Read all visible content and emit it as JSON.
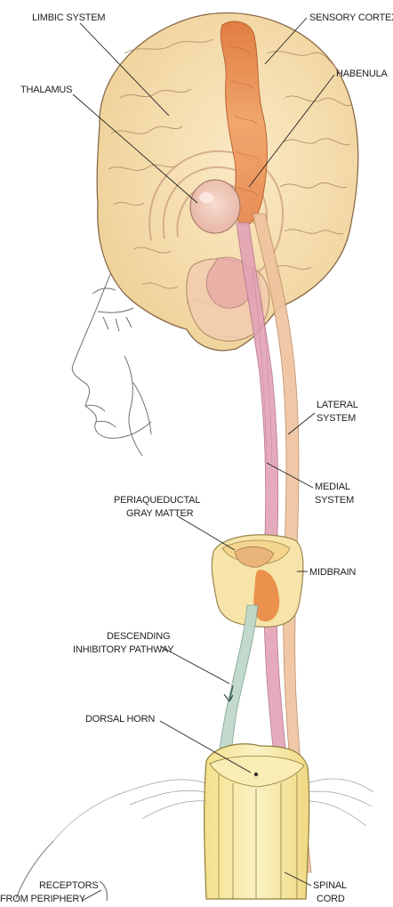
{
  "labels": {
    "limbic_system": "LIMBIC SYSTEM",
    "sensory_cortex": "SENSORY CORTEX",
    "thalamus": "THALAMUS",
    "habenula": "HABENULA",
    "lateral_system_1": "LATERAL",
    "lateral_system_2": "SYSTEM",
    "medial_system_1": "MEDIAL",
    "medial_system_2": "SYSTEM",
    "periaqueductal_1": "PERIAQUEDUCTAL",
    "periaqueductal_2": "GRAY MATTER",
    "midbrain": "MIDBRAIN",
    "descending_1": "DESCENDING",
    "descending_2": "INHIBITORY PATHWAY",
    "dorsal_horn": "DORSAL HORN",
    "receptors_1": "RECEPTORS",
    "receptors_2": "FROM PERIPHERY",
    "spinal_cord_1": "SPINAL",
    "spinal_cord_2": "CORD"
  },
  "colors": {
    "brain_fill": "#f7e2b6",
    "cortex_band": "#e98a4a",
    "medial_system": "#d98aa0",
    "lateral_system": "#e7b48c",
    "descending_pathway": "#b9d3c4",
    "spinal_cord": "#f6e9a2"
  }
}
